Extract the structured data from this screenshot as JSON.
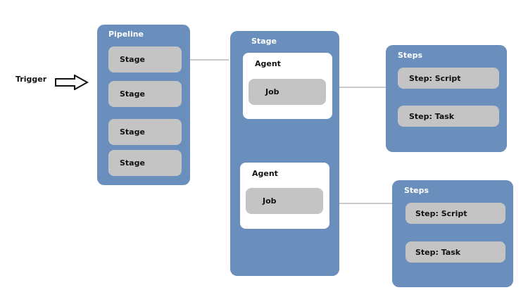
{
  "trigger": {
    "label": "Trigger"
  },
  "pipeline": {
    "title": "Pipeline",
    "stages": [
      "Stage",
      "Stage",
      "Stage",
      "Stage"
    ]
  },
  "stage": {
    "title": "Stage",
    "agents": [
      {
        "title": "Agent",
        "job": "Job"
      },
      {
        "title": "Agent",
        "job": "Job"
      }
    ]
  },
  "steps_groups": [
    {
      "title": "Steps",
      "items": [
        "Step: Script",
        "Step: Task"
      ]
    },
    {
      "title": "Steps",
      "items": [
        "Step: Script",
        "Step: Task"
      ]
    }
  ],
  "colors": {
    "panel": "#6b8fbd",
    "pill": "#c4c4c4",
    "connector": "#c9c9c9"
  }
}
